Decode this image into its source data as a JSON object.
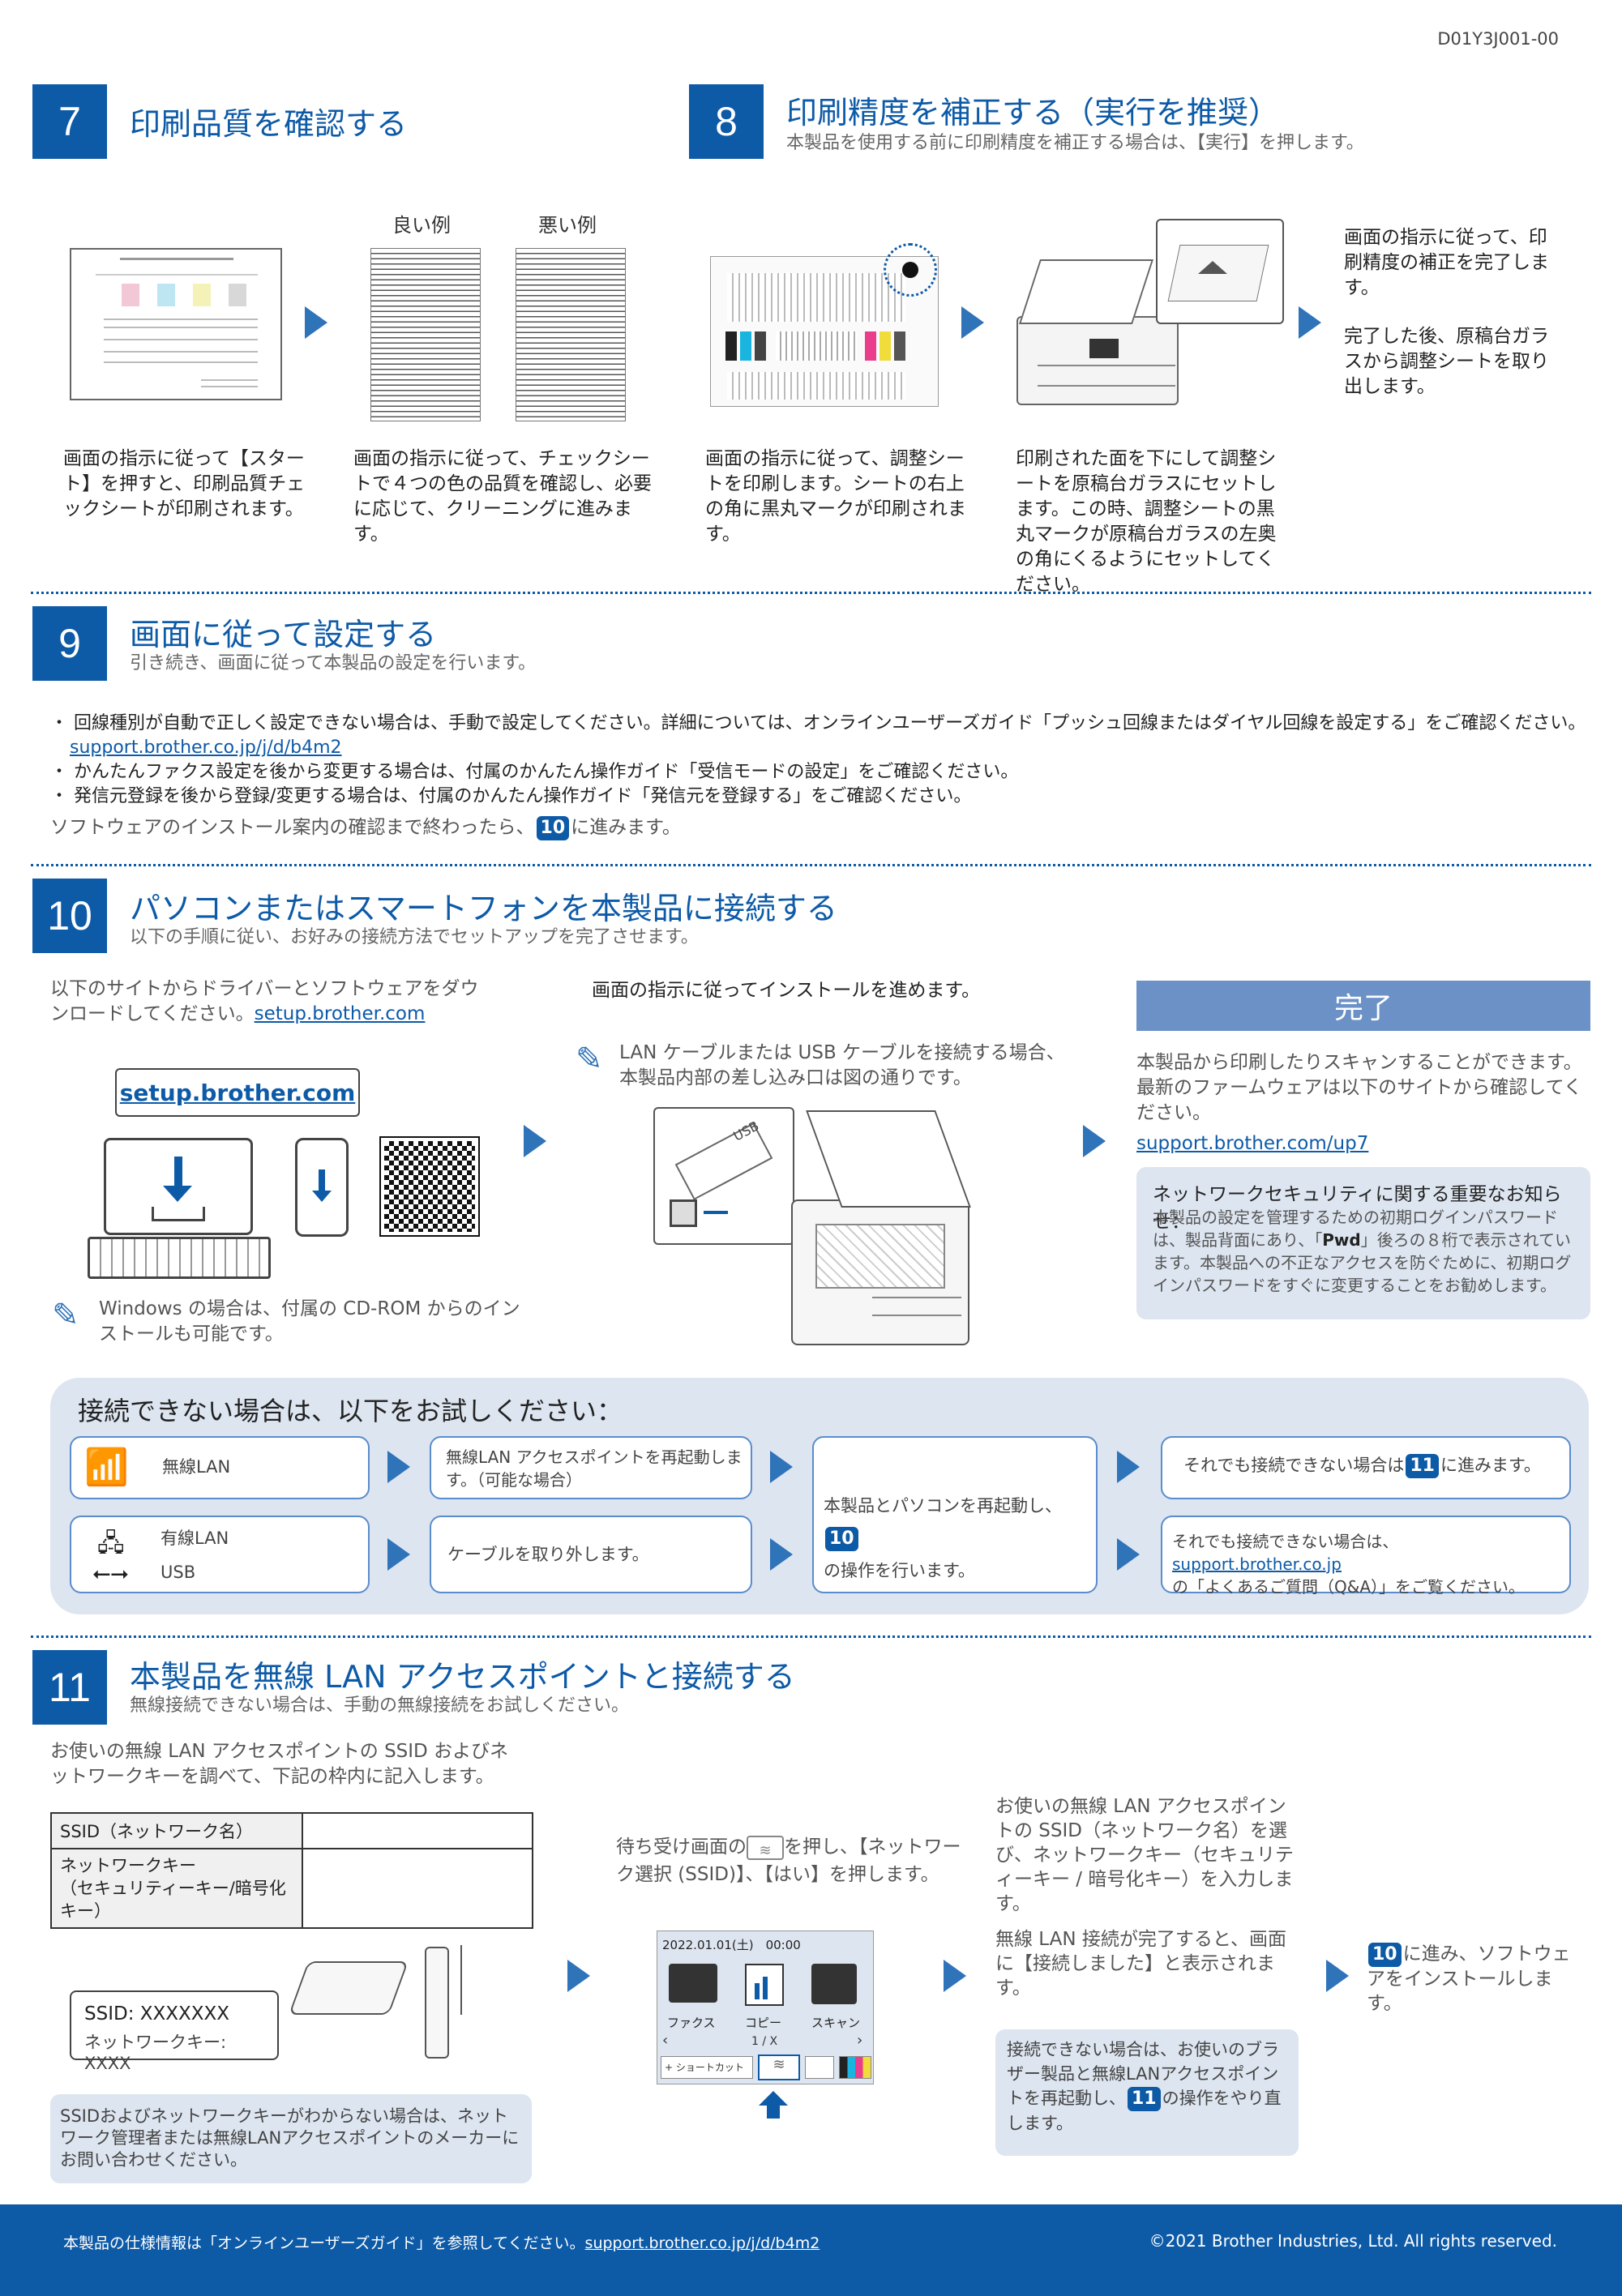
{
  "doc_code": "D01Y3J001-00",
  "step7": {
    "num": "7",
    "title": "印刷品質を確認する",
    "good_label": "良い例",
    "bad_label": "悪い例",
    "text1": "画面の指示に従って【スタート】を押すと、印刷品質チェックシートが印刷されます。",
    "text2": "画面の指示に従って、チェックシートで４つの色の品質を確認し、必要に応じて、クリーニングに進みます。"
  },
  "step8": {
    "num": "8",
    "title": "印刷精度を補正する（実行を推奨）",
    "subtitle": "本製品を使用する前に印刷精度を補正する場合は、【実行】を押します。",
    "text1": "画面の指示に従って、調整シートを印刷します。シートの右上の角に黒丸マークが印刷されます。",
    "text2": "印刷された面を下にして調整シートを原稿台ガラスにセットします。この時、調整シートの黒丸マークが原稿台ガラスの左奥の角にくるようにセットしてください。",
    "text3a": "画面の指示に従って、印刷精度の補正を完了します。",
    "text3b": "完了した後、原稿台ガラスから調整シートを取り出します。"
  },
  "step9": {
    "num": "9",
    "title": "画面に従って設定する",
    "subtitle": "引き続き、画面に従って本製品の設定を行います。",
    "bullet1": "回線種別が自動で正しく設定できない場合は、手動で設定してください。詳細については、オンラインユーザーズガイド「プッシュ回線またはダイヤル回線を設定する」をご確認ください。",
    "bullet1_link": "support.brother.co.jp/j/d/b4m2",
    "bullet2": "かんたんファクス設定を後から変更する場合は、付属のかんたん操作ガイド「受信モードの設定」をご確認ください。",
    "bullet3": "発信元登録を後から登録/変更する場合は、付属のかんたん操作ガイド「発信元を登録する」をご確認ください。",
    "footer_pre": "ソフトウェアのインストール案内の確認まで終わったら、",
    "footer_badge": "10",
    "footer_post": "に進みます。"
  },
  "step10": {
    "num": "10",
    "title": "パソコンまたはスマートフォンを本製品に接続する",
    "subtitle": "以下の手順に従い、お好みの接続方法でセットアップを完了させます。",
    "download_text": "以下のサイトからドライバーとソフトウェアをダウンロードしてください。",
    "download_link": "setup.brother.com",
    "callout_url": "setup.brother.com",
    "windows_note": "Windows の場合は、付属の CD-ROM からのインストールも可能です。",
    "install_text": "画面の指示に従ってインストールを進めます。",
    "lan_note": "LAN ケーブルまたは USB ケーブルを接続する場合、本製品内部の差し込み口は図の通りです。",
    "complete_label": "完了",
    "complete_text": "本製品から印刷したりスキャンすることができます。最新のファームウェアは以下のサイトから確認してください。",
    "complete_link": "support.brother.com/up7",
    "security_title": "ネットワークセキュリティに関する重要なお知らせ：",
    "security_pre": "本製品の設定を管理するための初期ログインパスワードは、製品背面にあり、「",
    "security_bold": "Pwd",
    "security_post": "」後ろの８桁で表示されています。本製品への不正なアクセスを防ぐために、初期ログインパスワードをすぐに変更することをお勧めします。",
    "usb_label": "USB"
  },
  "trouble": {
    "title": "接続できない場合は、以下をお試しください：",
    "wifi_label": "無線LAN",
    "wired_label": "有線LAN",
    "usb_label": "USB",
    "wifi_step": "無線LAN アクセスポイントを再起動します。（可能な場合）",
    "cable_step": "ケーブルを取り外します。",
    "restart_pre": "本製品とパソコンを再起動し、",
    "restart_badge": "10",
    "restart_post": "の操作を行います。",
    "r1_pre": "それでも接続できない場合は",
    "r1_badge": "11",
    "r1_post": "に進みます。",
    "r2_pre": "それでも接続できない場合は、",
    "r2_link": "support.brother.co.jp",
    "r2_post": "の「よくあるご質問（Q&A）」をご覧ください。"
  },
  "step11": {
    "num": "11",
    "title": "本製品を無線 LAN アクセスポイントと接続する",
    "subtitle": "無線接続できない場合は、手動の無線接続をお試しください。",
    "intro": "お使いの無線 LAN アクセスポイントの SSID およびネットワークキーを調べて、下記の枠内に記入します。",
    "table_row1": "SSID（ネットワーク名）",
    "table_row2a": "ネットワークキー",
    "table_row2b": "（セキュリティーキー/暗号化キー）",
    "label_ssid": "SSID: XXXXXXX",
    "label_key": "ネットワークキー: XXXX",
    "note": "SSIDおよびネットワークキーがわからない場合は、ネットワーク管理者または無線LANアクセスポイントのメーカーにお問い合わせください。",
    "wait_pre": "待ち受け画面の",
    "wait_post": "を押し、【ネットワーク選択 (SSID)】、【はい】を押します。",
    "screen_datetime": "2022.01.01(土)　00:00",
    "screen_fax": "ファクス",
    "screen_copy": "コピー",
    "screen_scan": "スキャン",
    "screen_page": "1 / X",
    "screen_shortcut": "ショートカット",
    "select_text": "お使いの無線 LAN アクセスポイントの SSID（ネットワーク名）を選び、ネットワークキー（セキュリティーキー / 暗号化キー）を入力します。",
    "done_text": "無線 LAN 接続が完了すると、画面に【接続しました】と表示されます。",
    "fail_pre": "接続できない場合は、お使いのブラザー製品と無線LANアクセスポイントを再起動し、",
    "fail_badge": "11",
    "fail_post": "の操作をやり直します。",
    "final_badge": "10",
    "final_text": "に進み、ソフトウェアをインストールします。"
  },
  "footer": {
    "left": "本製品の仕様情報は「オンラインユーザーズガイド」を参照してください。",
    "left_link": "support.brother.co.jp/j/d/b4m2",
    "right": "©2021 Brother Industries, Ltd. All rights reserved."
  },
  "colors": {
    "brand_blue": "#0d5aa7",
    "panel_gray": "#dde5f0",
    "complete_blue": "#6b91c7"
  }
}
